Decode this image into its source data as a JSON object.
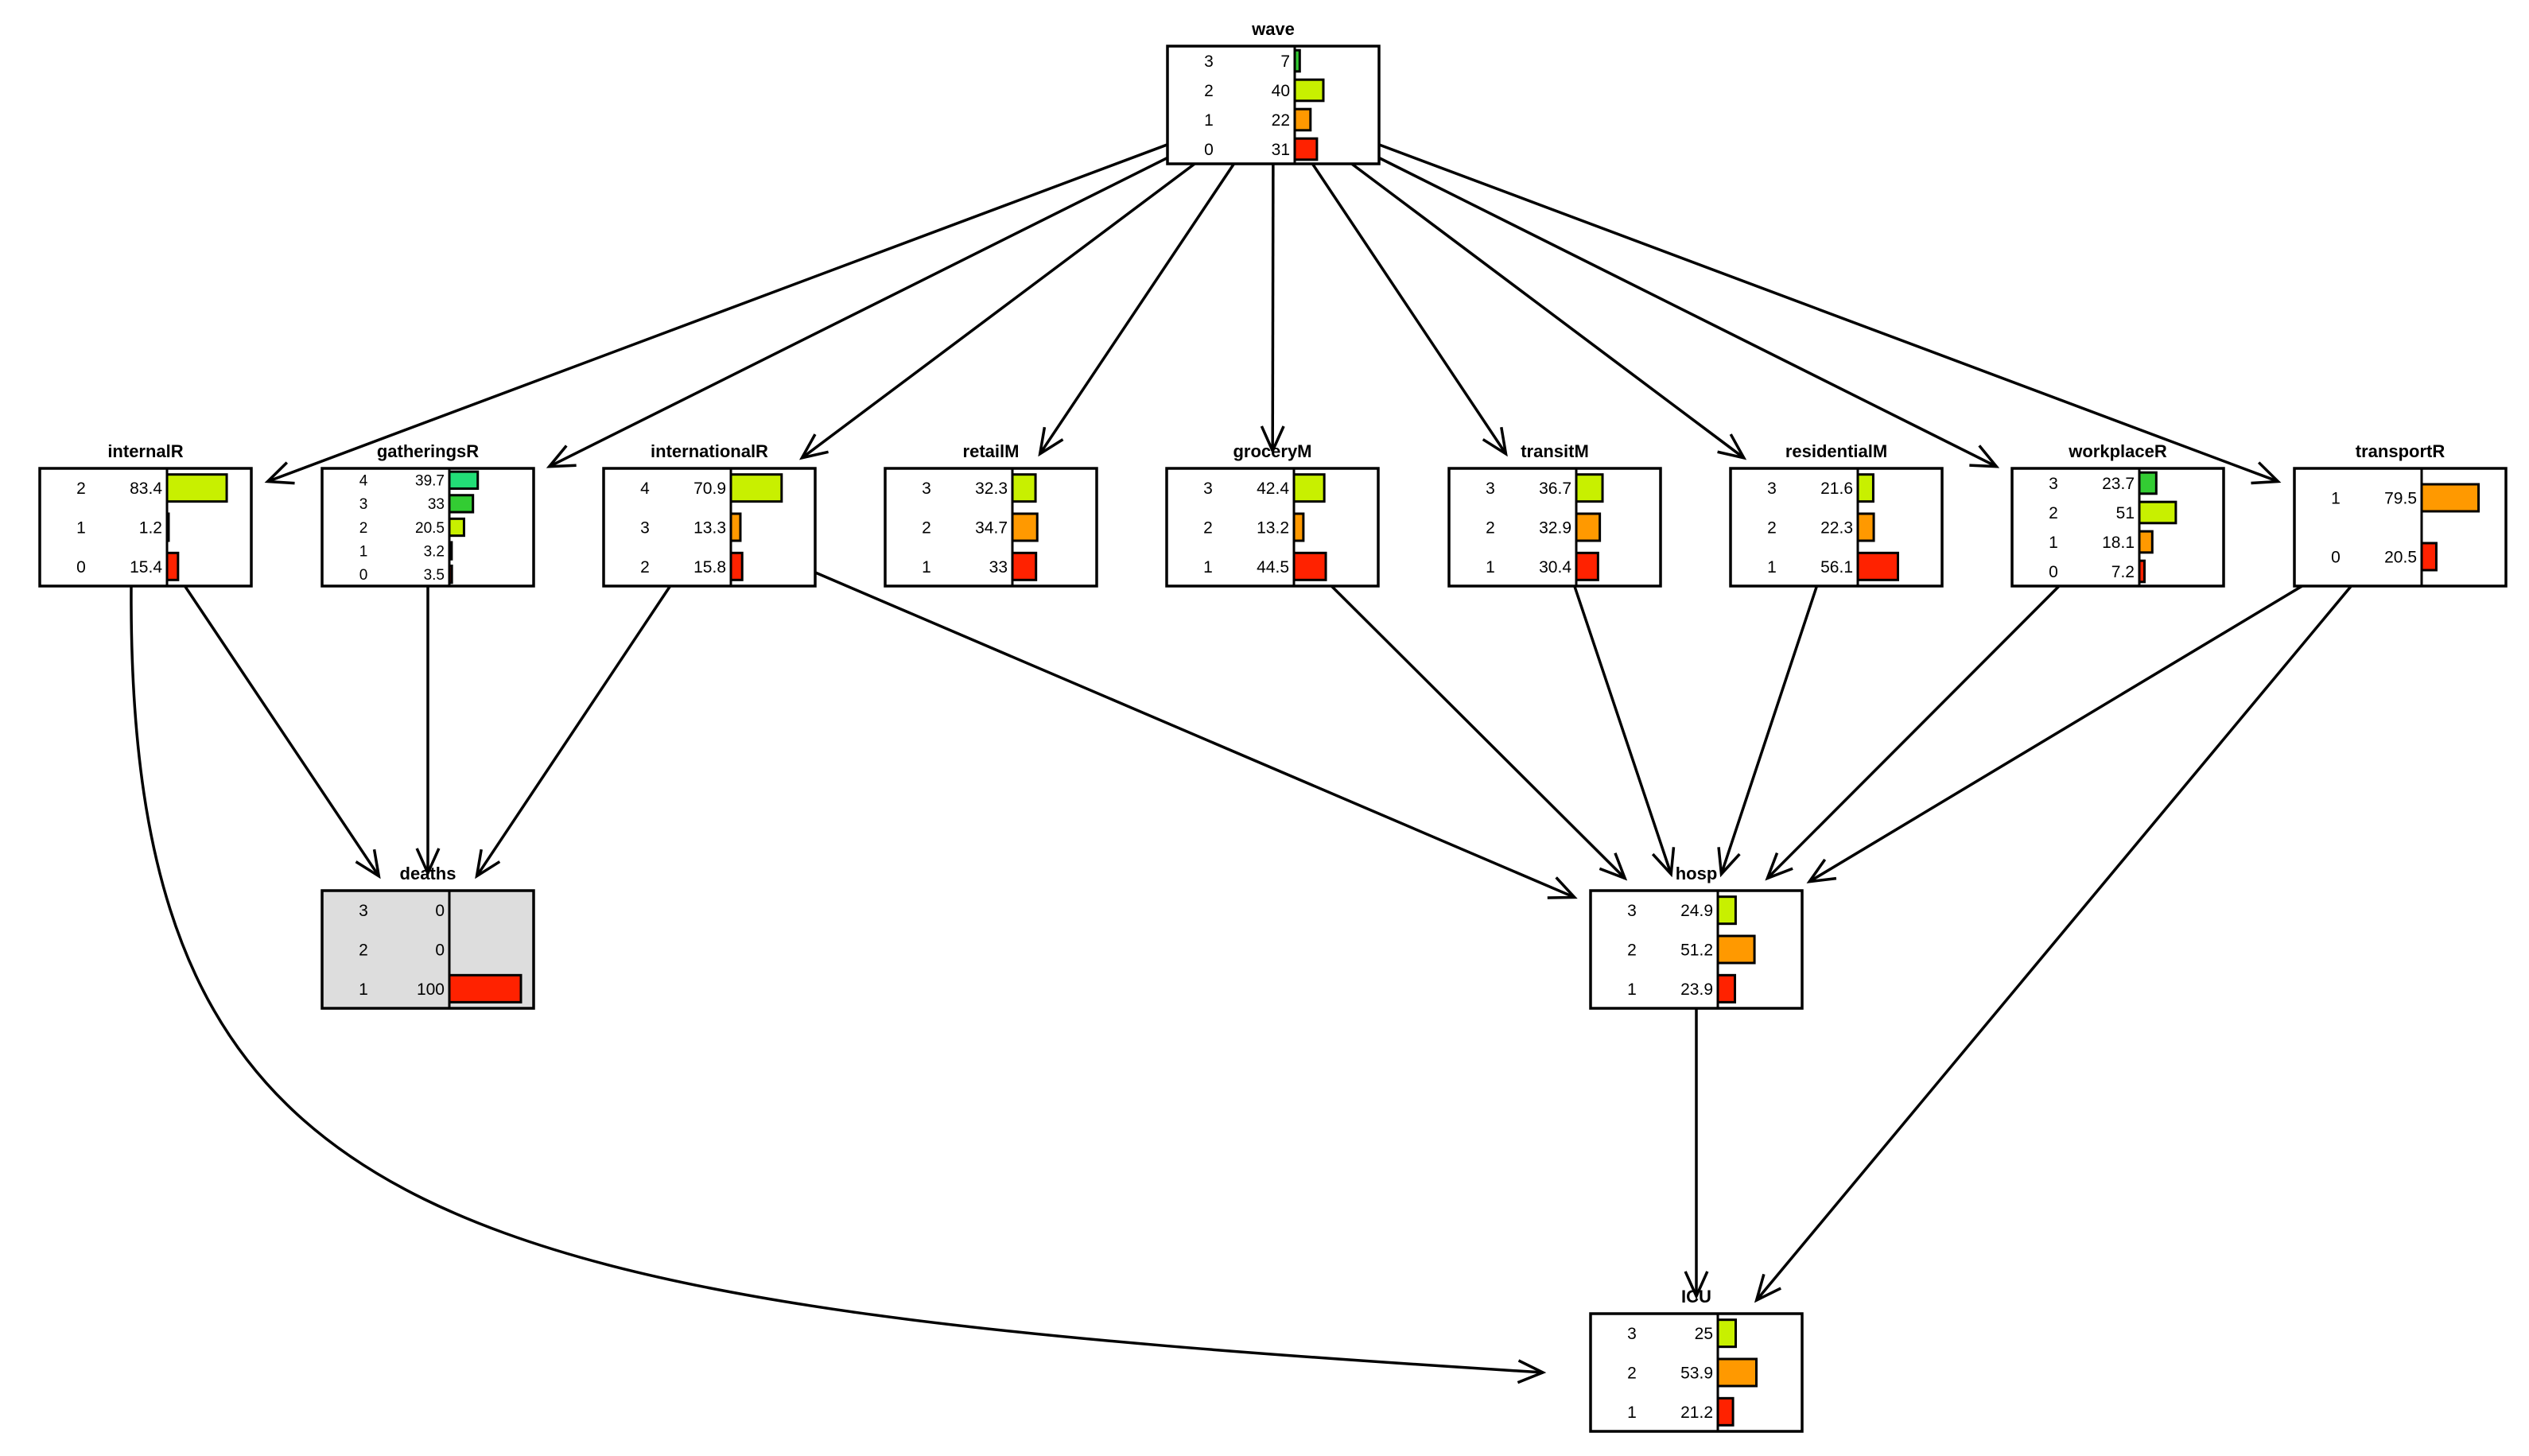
{
  "nodes": [
    {
      "id": "wave",
      "title": "wave",
      "states": [
        {
          "label": "3",
          "value": "7",
          "p": 7,
          "color": "#33cc33"
        },
        {
          "label": "2",
          "value": "40",
          "p": 40,
          "color": "#c8f000"
        },
        {
          "label": "1",
          "value": "22",
          "p": 22,
          "color": "#ff9900"
        },
        {
          "label": "0",
          "value": "31",
          "p": 31,
          "color": "#ff2200"
        }
      ]
    },
    {
      "id": "internalR",
      "title": "internalR",
      "states": [
        {
          "label": "2",
          "value": "83.4",
          "p": 83.4,
          "color": "#c8f000"
        },
        {
          "label": "1",
          "value": "1.2",
          "p": 1.2,
          "color": "#ff9900"
        },
        {
          "label": "0",
          "value": "15.4",
          "p": 15.4,
          "color": "#ff2200"
        }
      ]
    },
    {
      "id": "gatheringsR",
      "title": "gatheringsR",
      "states": [
        {
          "label": "4",
          "value": "39.7",
          "p": 39.7,
          "color": "#22dd77"
        },
        {
          "label": "3",
          "value": "33",
          "p": 33,
          "color": "#33cc33"
        },
        {
          "label": "2",
          "value": "20.5",
          "p": 20.5,
          "color": "#c8f000"
        },
        {
          "label": "1",
          "value": "3.2",
          "p": 3.2,
          "color": "#ff9900"
        },
        {
          "label": "0",
          "value": "3.5",
          "p": 3.5,
          "color": "#ff2200"
        }
      ]
    },
    {
      "id": "internationalR",
      "title": "internationalR",
      "states": [
        {
          "label": "4",
          "value": "70.9",
          "p": 70.9,
          "color": "#c8f000"
        },
        {
          "label": "3",
          "value": "13.3",
          "p": 13.3,
          "color": "#ff9900"
        },
        {
          "label": "2",
          "value": "15.8",
          "p": 15.8,
          "color": "#ff2200"
        }
      ]
    },
    {
      "id": "retailM",
      "title": "retailM",
      "states": [
        {
          "label": "3",
          "value": "32.3",
          "p": 32.3,
          "color": "#c8f000"
        },
        {
          "label": "2",
          "value": "34.7",
          "p": 34.7,
          "color": "#ff9900"
        },
        {
          "label": "1",
          "value": "33",
          "p": 33,
          "color": "#ff2200"
        }
      ]
    },
    {
      "id": "groceryM",
      "title": "groceryM",
      "states": [
        {
          "label": "3",
          "value": "42.4",
          "p": 42.4,
          "color": "#c8f000"
        },
        {
          "label": "2",
          "value": "13.2",
          "p": 13.2,
          "color": "#ff9900"
        },
        {
          "label": "1",
          "value": "44.5",
          "p": 44.5,
          "color": "#ff2200"
        }
      ]
    },
    {
      "id": "transitM",
      "title": "transitM",
      "states": [
        {
          "label": "3",
          "value": "36.7",
          "p": 36.7,
          "color": "#c8f000"
        },
        {
          "label": "2",
          "value": "32.9",
          "p": 32.9,
          "color": "#ff9900"
        },
        {
          "label": "1",
          "value": "30.4",
          "p": 30.4,
          "color": "#ff2200"
        }
      ]
    },
    {
      "id": "residentialM",
      "title": "residentialM",
      "states": [
        {
          "label": "3",
          "value": "21.6",
          "p": 21.6,
          "color": "#c8f000"
        },
        {
          "label": "2",
          "value": "22.3",
          "p": 22.3,
          "color": "#ff9900"
        },
        {
          "label": "1",
          "value": "56.1",
          "p": 56.1,
          "color": "#ff2200"
        }
      ]
    },
    {
      "id": "workplaceR",
      "title": "workplaceR",
      "states": [
        {
          "label": "3",
          "value": "23.7",
          "p": 23.7,
          "color": "#33cc33"
        },
        {
          "label": "2",
          "value": "51",
          "p": 51,
          "color": "#c8f000"
        },
        {
          "label": "1",
          "value": "18.1",
          "p": 18.1,
          "color": "#ff9900"
        },
        {
          "label": "0",
          "value": "7.2",
          "p": 7.2,
          "color": "#ff2200"
        }
      ]
    },
    {
      "id": "transportR",
      "title": "transportR",
      "states": [
        {
          "label": "1",
          "value": "79.5",
          "p": 79.5,
          "color": "#ff9900"
        },
        {
          "label": "0",
          "value": "20.5",
          "p": 20.5,
          "color": "#ff2200"
        }
      ]
    },
    {
      "id": "deaths",
      "title": "deaths",
      "observed": true,
      "states": [
        {
          "label": "3",
          "value": "0",
          "p": 0,
          "color": "#c8f000"
        },
        {
          "label": "2",
          "value": "0",
          "p": 0,
          "color": "#ff9900"
        },
        {
          "label": "1",
          "value": "100",
          "p": 100,
          "color": "#ff2200"
        }
      ]
    },
    {
      "id": "hosp",
      "title": "hosp",
      "states": [
        {
          "label": "3",
          "value": "24.9",
          "p": 24.9,
          "color": "#c8f000"
        },
        {
          "label": "2",
          "value": "51.2",
          "p": 51.2,
          "color": "#ff9900"
        },
        {
          "label": "1",
          "value": "23.9",
          "p": 23.9,
          "color": "#ff2200"
        }
      ]
    },
    {
      "id": "ICU",
      "title": "ICU",
      "states": [
        {
          "label": "3",
          "value": "25",
          "p": 25,
          "color": "#c8f000"
        },
        {
          "label": "2",
          "value": "53.9",
          "p": 53.9,
          "color": "#ff9900"
        },
        {
          "label": "1",
          "value": "21.2",
          "p": 21.2,
          "color": "#ff2200"
        }
      ]
    }
  ],
  "edges": [
    {
      "from": "wave",
      "to": "internalR"
    },
    {
      "from": "wave",
      "to": "gatheringsR"
    },
    {
      "from": "wave",
      "to": "internationalR"
    },
    {
      "from": "wave",
      "to": "retailM"
    },
    {
      "from": "wave",
      "to": "groceryM"
    },
    {
      "from": "wave",
      "to": "transitM"
    },
    {
      "from": "wave",
      "to": "residentialM"
    },
    {
      "from": "wave",
      "to": "workplaceR"
    },
    {
      "from": "wave",
      "to": "transportR"
    },
    {
      "from": "internalR",
      "to": "deaths"
    },
    {
      "from": "gatheringsR",
      "to": "deaths"
    },
    {
      "from": "internationalR",
      "to": "deaths"
    },
    {
      "from": "internationalR",
      "to": "hosp"
    },
    {
      "from": "groceryM",
      "to": "hosp"
    },
    {
      "from": "transitM",
      "to": "hosp"
    },
    {
      "from": "residentialM",
      "to": "hosp"
    },
    {
      "from": "workplaceR",
      "to": "hosp"
    },
    {
      "from": "transportR",
      "to": "hosp"
    },
    {
      "from": "hosp",
      "to": "ICU"
    },
    {
      "from": "transportR",
      "to": "ICU"
    },
    {
      "from": "internalR",
      "to": "ICU"
    }
  ]
}
